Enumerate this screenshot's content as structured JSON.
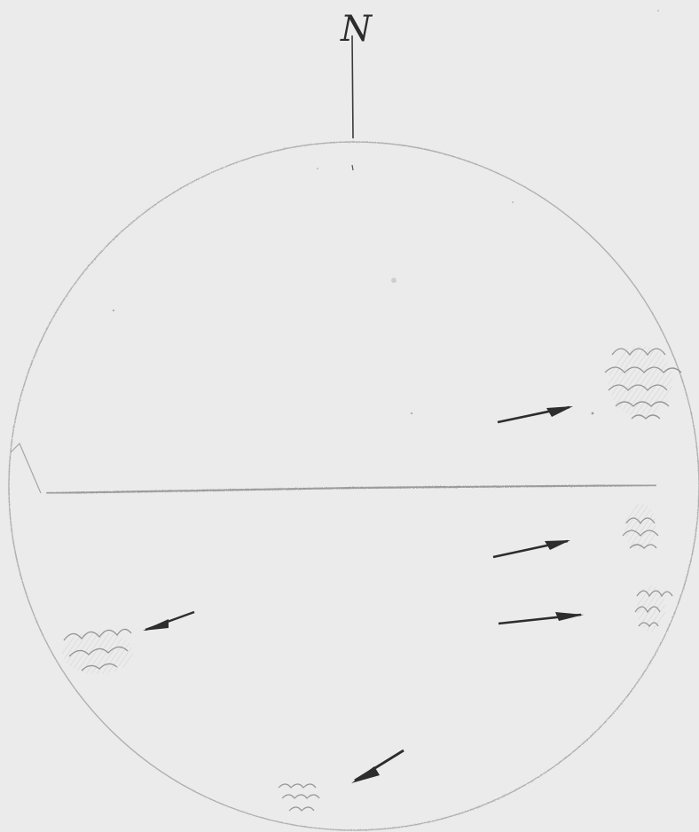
{
  "drawing": {
    "north_label": "N",
    "colors": {
      "paper": "#ebebeb",
      "pencil_light": "#a9a9a9",
      "pencil_dark": "#2c2c2c",
      "shading": "#8f8f8f"
    },
    "features": [
      {
        "name": "spot-group-east-upper",
        "kind": "sunspot-group"
      },
      {
        "name": "spot-group-east-middle",
        "kind": "sunspot-group"
      },
      {
        "name": "spot-group-east-lower",
        "kind": "sunspot-group"
      },
      {
        "name": "spot-group-west-lower",
        "kind": "sunspot-group"
      },
      {
        "name": "spot-group-south",
        "kind": "sunspot-group"
      }
    ],
    "arrows": [
      {
        "name": "arrow-east-upper",
        "icon": "arrow-icon"
      },
      {
        "name": "arrow-east-middle",
        "icon": "arrow-icon"
      },
      {
        "name": "arrow-east-lower",
        "icon": "arrow-icon"
      },
      {
        "name": "arrow-west",
        "icon": "arrow-icon"
      },
      {
        "name": "arrow-south",
        "icon": "arrow-icon"
      }
    ]
  }
}
